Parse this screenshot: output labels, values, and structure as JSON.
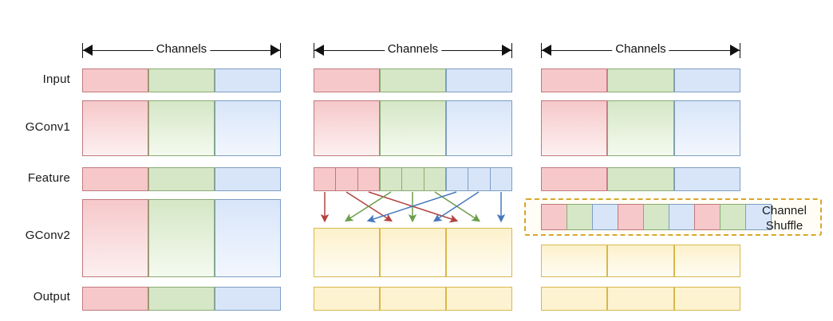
{
  "figure": {
    "title": "ShuffleNet channel shuffle illustration",
    "background": "#ffffff"
  },
  "colors": {
    "red_fill": "#f6c8ca",
    "red_stroke": "#c0797c",
    "green_fill": "#d5e7c6",
    "green_stroke": "#8aab72",
    "blue_fill": "#d8e5f9",
    "blue_stroke": "#7d9dc4",
    "yellow_fill": "#fdf3d0",
    "yellow_stroke": "#d9b84a",
    "dashed_box": "#d8a72b",
    "text": "#1a1a1a"
  },
  "row_labels": [
    {
      "id": "input",
      "label": "Input"
    },
    {
      "id": "gconv1",
      "label": "GConv1"
    },
    {
      "id": "feature",
      "label": "Feature"
    },
    {
      "id": "gconv2",
      "label": "GConv2"
    },
    {
      "id": "output",
      "label": "Output"
    }
  ],
  "panels": [
    {
      "id": "panel-a",
      "ruler_label": "Channels"
    },
    {
      "id": "panel-b",
      "ruler_label": "Channels"
    },
    {
      "id": "panel-c",
      "ruler_label": "Channels"
    }
  ],
  "shuffle": {
    "label_line1": "Channel",
    "label_line2": "Shuffle",
    "cells": [
      "r",
      "g",
      "b",
      "r",
      "g",
      "b",
      "r",
      "g",
      "b"
    ]
  },
  "groups": [
    "r",
    "g",
    "b"
  ],
  "feature_subcells_per_group": 3
}
